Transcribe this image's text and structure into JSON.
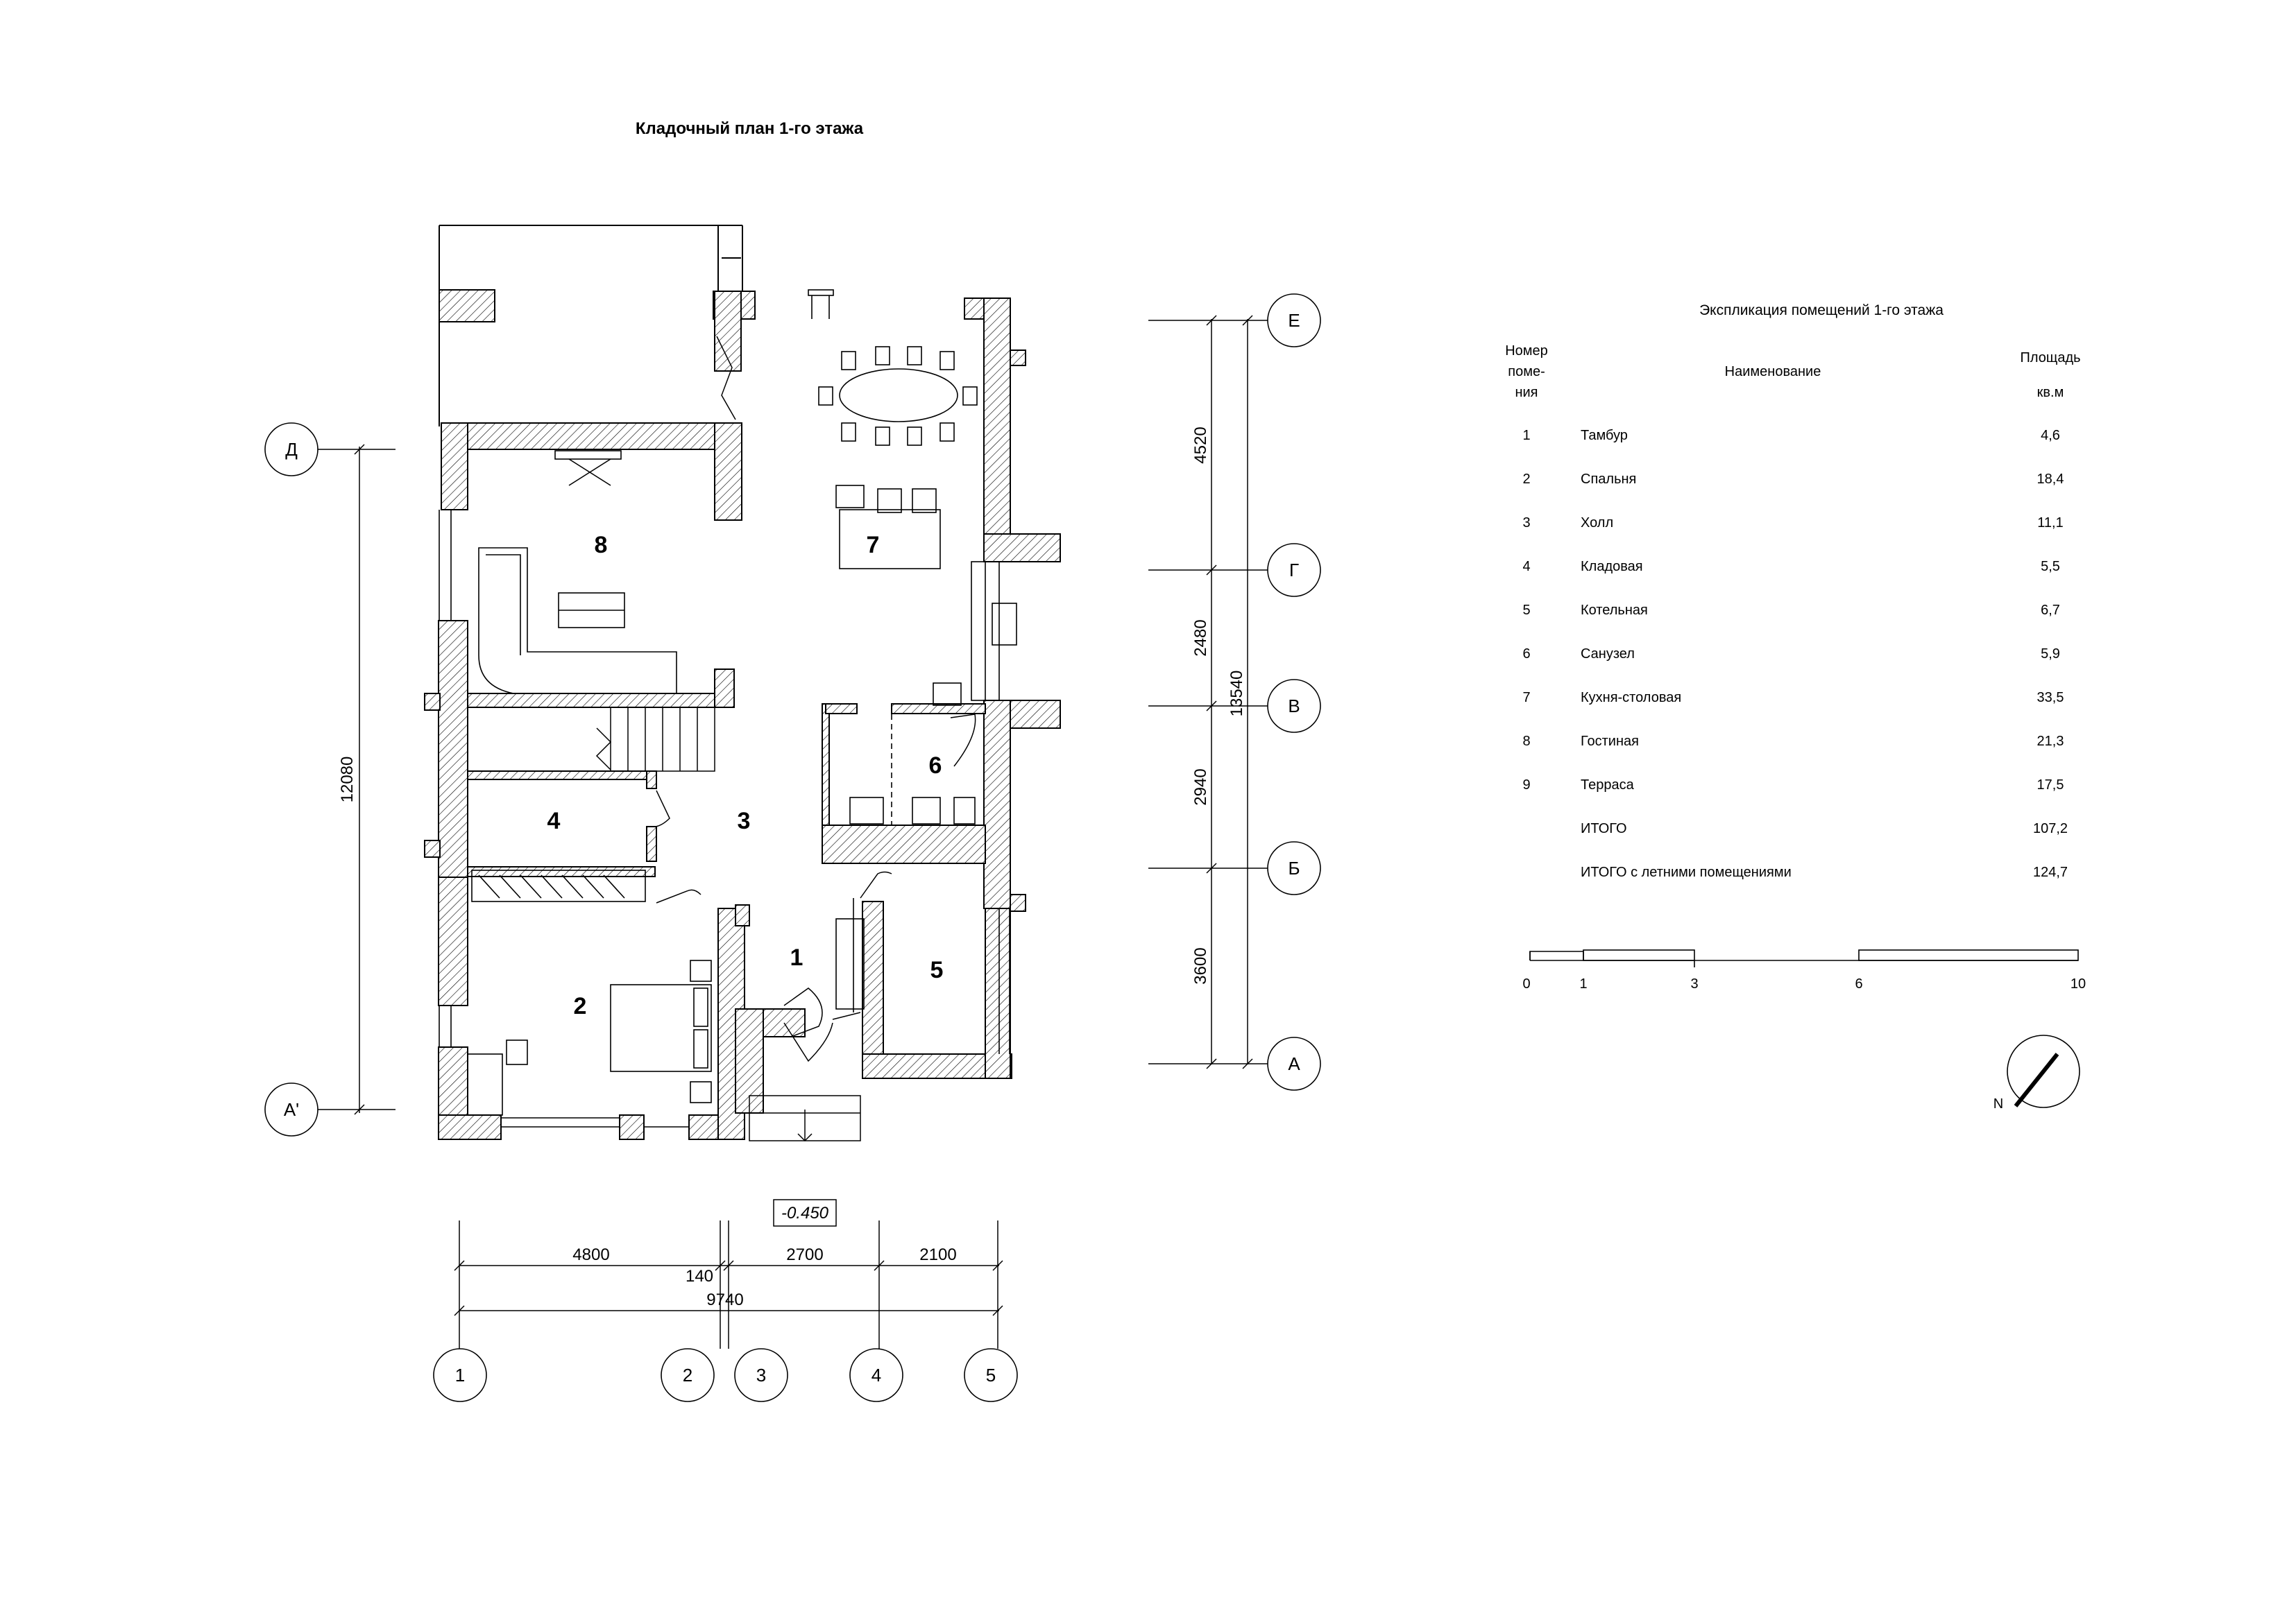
{
  "plan": {
    "title": "Кладочный план 1-го этажа",
    "level_mark": "-0.450",
    "rooms": [
      {
        "number": "1"
      },
      {
        "number": "2"
      },
      {
        "number": "3"
      },
      {
        "number": "4"
      },
      {
        "number": "5"
      },
      {
        "number": "6"
      },
      {
        "number": "7"
      },
      {
        "number": "8"
      }
    ],
    "axes_vertical": [
      "1",
      "2",
      "3",
      "4",
      "5"
    ],
    "axes_horizontal": [
      "Е",
      "Г",
      "В",
      "Б",
      "А",
      "Д",
      "А'"
    ],
    "dims_bottom": {
      "d1": "4800",
      "d2": "140",
      "d3": "2700",
      "d4": "2100",
      "total": "9740"
    },
    "dims_right": {
      "d1": "4520",
      "d2": "2480",
      "d3": "2940",
      "d4": "3600",
      "total": "13540"
    },
    "dims_left": {
      "total": "12080"
    }
  },
  "explication": {
    "title": "Экспликация помещений 1-го этажа",
    "headers": {
      "num_line1": "Номер",
      "num_line2": "поме-",
      "num_line3": "ния",
      "name": "Наименование",
      "area_line1": "Площадь",
      "area_line2": "кв.м"
    },
    "rows": [
      {
        "num": "1",
        "name": "Тамбур",
        "area": "4,6"
      },
      {
        "num": "2",
        "name": "Спальня",
        "area": "18,4"
      },
      {
        "num": "3",
        "name": "Холл",
        "area": "11,1"
      },
      {
        "num": "4",
        "name": "Кладовая",
        "area": "5,5"
      },
      {
        "num": "5",
        "name": "Котельная",
        "area": "6,7"
      },
      {
        "num": "6",
        "name": "Санузел",
        "area": "5,9"
      },
      {
        "num": "7",
        "name": "Кухня-столовая",
        "area": "33,5"
      },
      {
        "num": "8",
        "name": "Гостиная",
        "area": "21,3"
      },
      {
        "num": "9",
        "name": "Терраса",
        "area": "17,5"
      },
      {
        "num": "",
        "name": "ИТОГО",
        "area": "107,2"
      },
      {
        "num": "",
        "name": "ИТОГО с летними помещениями",
        "area": "124,7"
      }
    ]
  },
  "scale_bar": {
    "labels": [
      "0",
      "1",
      "3",
      "6",
      "10"
    ]
  },
  "north": {
    "label": "N"
  }
}
